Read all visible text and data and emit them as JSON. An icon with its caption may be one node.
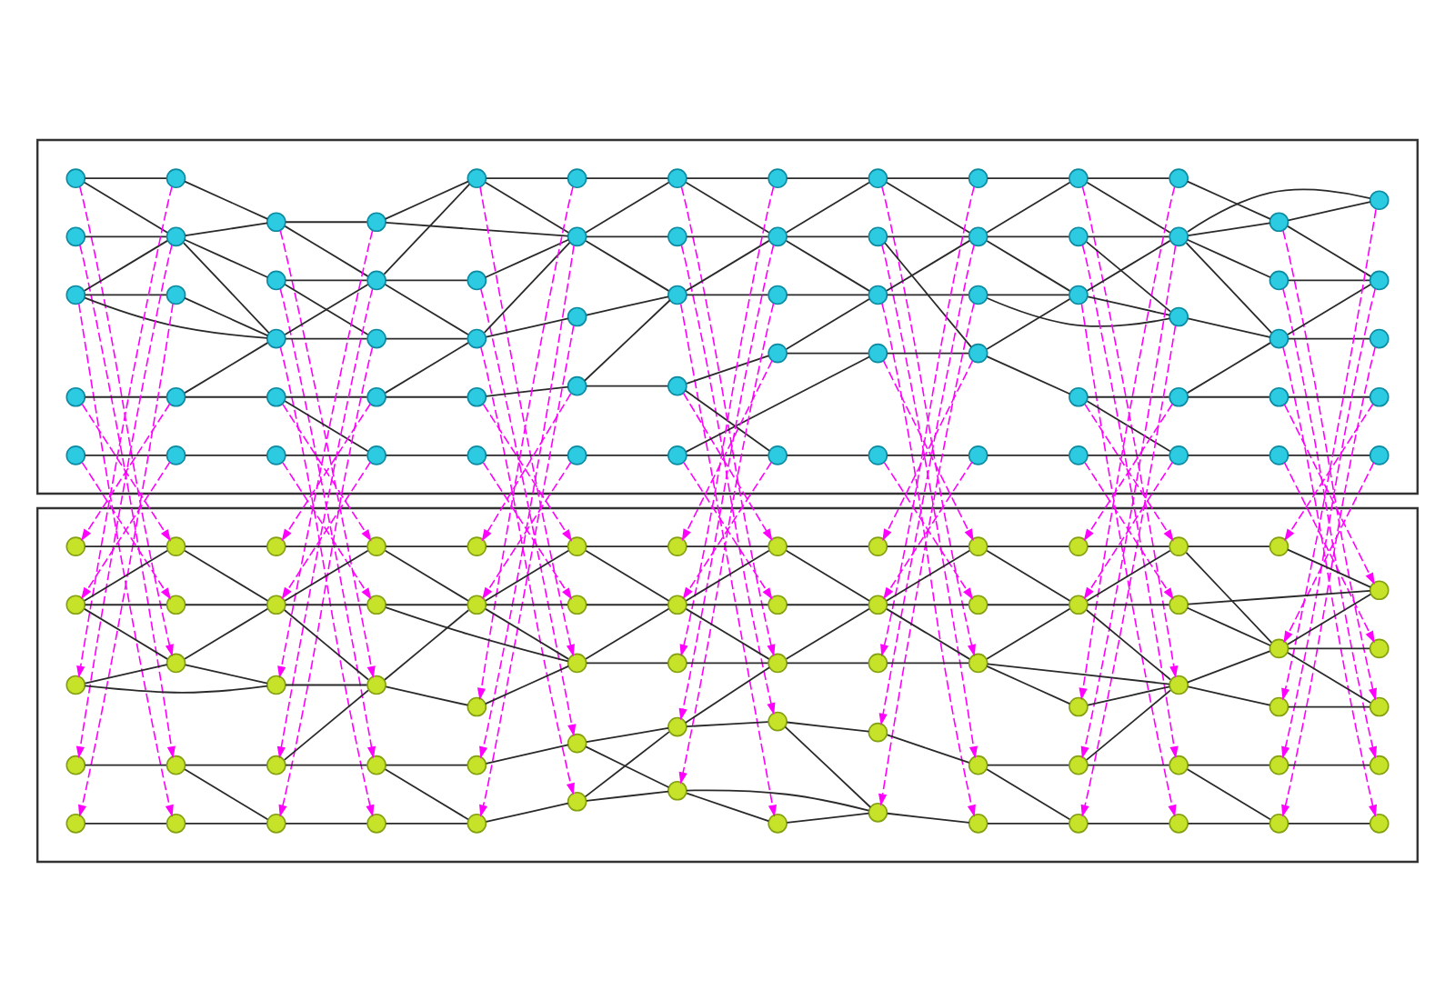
{
  "diagram": {
    "nodes": [
      {
        "text": [],
        "shape": "parallelogram"
      },
      {
        "text": [],
        "shape": "circle",
        "in": 0
      },
      {
        "text": [],
        "shape": "circle",
        "in": 0
      },
      {
        "text": [],
        "shape": "circle",
        "in": 0
      },
      {
        "text": [],
        "shape": "circle",
        "in": 0
      },
      {
        "text": [],
        "shape": "circle",
        "in": 0
      },
      {
        "text": [],
        "shape": "circle",
        "in": 0
      },
      {
        "text": [],
        "shape": "circle",
        "in": 0
      },
      {
        "text": [],
        "shape": "circle",
        "in": 0
      },
      {
        "text": [],
        "shape": "circle",
        "in": 0
      },
      {
        "text": [],
        "shape": "circle",
        "in": 0
      },
      {
        "text": [],
        "shape": "circle",
        "in": 0
      },
      {
        "text": [],
        "shape": "circle",
        "in": 0
      },
      {
        "text": [],
        "shape": "circle",
        "in": 0
      },
      {
        "text": [],
        "shape": "circle",
        "in": 0
      },
      {
        "text": [],
        "shape": "circle",
        "in": 0
      },
      {
        "text": [],
        "shape": "circle",
        "in": 0
      },
      {
        "text": [],
        "shape": "circle",
        "in": 0
      },
      {
        "text": [],
        "shape": "circle",
        "in": 0
      },
      {
        "text": [],
        "shape": "circle",
        "in": 0
      },
      {
        "text": [],
        "shape": "circle",
        "in": 0
      },
      {
        "text": [],
        "shape": "circle",
        "in": 0
      },
      {
        "text": [],
        "shape": "circle",
        "in": 0
      },
      {
        "text": [],
        "shape": "circle",
        "in": 0
      },
      {
        "text": [],
        "shape": "circle",
        "in": 0
      },
      {
        "text": [],
        "shape": "circle",
        "in": 0
      },
      {
        "text": [],
        "shape": "circle",
        "in": 0
      },
      {
        "text": [],
        "shape": "circle",
        "in": 0
      },
      {
        "text": [],
        "shape": "circle",
        "in": 0
      },
      {
        "text": [],
        "shape": "circle",
        "in": 0
      },
      {
        "text": [],
        "shape": "circle",
        "in": 0
      },
      {
        "text": [],
        "shape": "circle",
        "in": 0
      },
      {
        "text": [],
        "shape": "circle",
        "in": 0
      },
      {
        "text": [],
        "shape": "circle",
        "in": 0
      },
      {
        "text": [],
        "shape": "circle",
        "in": 0
      },
      {
        "text": [],
        "shape": "circle",
        "in": 0
      },
      {
        "text": [],
        "shape": "circle",
        "in": 0
      },
      {
        "text": [],
        "shape": "circle",
        "in": 0
      },
      {
        "text": [],
        "shape": "circle",
        "in": 0
      },
      {
        "text": [],
        "shape": "circle",
        "in": 0
      },
      {
        "text": [],
        "shape": "circle",
        "in": 0
      },
      {
        "text": [],
        "shape": "circle",
        "in": 0
      },
      {
        "text": [],
        "shape": "circle",
        "in": 0
      },
      {
        "text": [],
        "shape": "circle",
        "in": 0
      },
      {
        "text": [],
        "shape": "circle",
        "in": 0
      },
      {
        "text": [],
        "shape": "circle",
        "in": 0
      },
      {
        "text": [],
        "shape": "circle",
        "in": 0
      },
      {
        "text": [],
        "shape": "circle",
        "in": 0
      },
      {
        "text": [],
        "shape": "circle",
        "in": 0
      },
      {
        "text": [],
        "shape": "circle",
        "in": 0
      },
      {
        "text": [],
        "shape": "circle",
        "in": 0
      },
      {
        "text": [],
        "shape": "circle",
        "in": 0
      },
      {
        "text": [],
        "shape": "circle",
        "in": 0
      },
      {
        "text": [],
        "shape": "circle",
        "in": 0
      },
      {
        "text": [],
        "shape": "circle",
        "in": 0
      },
      {
        "text": [],
        "shape": "circle",
        "in": 0
      },
      {
        "text": [],
        "shape": "circle",
        "in": 0
      },
      {
        "text": [],
        "shape": "circle",
        "in": 0
      },
      {
        "text": [],
        "shape": "circle",
        "in": 0
      },
      {
        "text": [],
        "shape": "circle",
        "in": 0
      },
      {
        "text": [],
        "shape": "circle",
        "in": 0
      },
      {
        "text": [],
        "shape": "circle",
        "in": 0
      },
      {
        "text": [],
        "shape": "circle",
        "in": 0
      },
      {
        "text": [],
        "shape": "circle",
        "in": 0
      },
      {
        "text": [],
        "shape": "circle",
        "in": 0
      },
      {
        "text": [],
        "shape": "circle",
        "in": 0
      },
      {
        "text": [],
        "shape": "circle",
        "in": 0
      },
      {
        "text": [],
        "shape": "circle",
        "in": 0
      },
      {
        "text": [],
        "shape": "circle",
        "in": 0
      },
      {
        "text": [],
        "shape": "circle",
        "in": 0
      },
      {
        "text": [],
        "shape": "circle",
        "in": 0
      },
      {
        "text": [],
        "shape": "parallelogram"
      },
      {
        "text": [],
        "shape": "circle",
        "in": 71
      },
      {
        "text": [],
        "shape": "circle",
        "in": 71
      },
      {
        "text": [],
        "shape": "circle",
        "in": 71
      },
      {
        "text": [],
        "shape": "circle",
        "in": 71
      },
      {
        "text": [],
        "shape": "circle",
        "in": 71
      },
      {
        "text": [],
        "shape": "circle",
        "in": 71
      },
      {
        "text": [],
        "shape": "circle",
        "in": 71
      },
      {
        "text": [],
        "shape": "circle",
        "in": 71
      },
      {
        "text": [],
        "shape": "circle",
        "in": 71
      },
      {
        "text": [],
        "shape": "circle",
        "in": 71
      },
      {
        "text": [],
        "shape": "circle",
        "in": 71
      },
      {
        "text": [],
        "shape": "circle",
        "in": 71
      },
      {
        "text": [],
        "shape": "circle",
        "in": 71
      },
      {
        "text": [],
        "shape": "circle",
        "in": 71
      },
      {
        "text": [],
        "shape": "circle",
        "in": 71
      },
      {
        "text": [],
        "shape": "circle",
        "in": 71
      },
      {
        "text": [],
        "shape": "circle",
        "in": 71
      },
      {
        "text": [],
        "shape": "circle",
        "in": 71
      },
      {
        "text": [],
        "shape": "circle",
        "in": 71
      },
      {
        "text": [],
        "shape": "circle",
        "in": 71
      },
      {
        "text": [],
        "shape": "circle",
        "in": 71
      },
      {
        "text": [],
        "shape": "circle",
        "in": 71
      },
      {
        "text": [],
        "shape": "circle",
        "in": 71
      },
      {
        "text": [],
        "shape": "circle",
        "in": 71
      },
      {
        "text": [],
        "shape": "circle",
        "in": 71
      },
      {
        "text": [],
        "shape": "circle",
        "in": 71
      },
      {
        "text": [],
        "shape": "circle",
        "in": 71
      },
      {
        "text": [],
        "shape": "circle",
        "in": 71
      },
      {
        "text": [],
        "shape": "circle",
        "in": 71
      },
      {
        "text": [],
        "shape": "circle",
        "in": 71
      },
      {
        "text": [],
        "shape": "circle",
        "in": 71
      },
      {
        "text": [],
        "shape": "circle",
        "in": 71
      },
      {
        "text": [],
        "shape": "circle",
        "in": 71
      },
      {
        "text": [],
        "shape": "circle",
        "in": 71
      },
      {
        "text": [],
        "shape": "circle",
        "in": 71
      },
      {
        "text": [],
        "shape": "circle",
        "in": 71
      },
      {
        "text": [],
        "shape": "circle",
        "in": 71
      },
      {
        "text": [],
        "shape": "circle",
        "in": 71
      },
      {
        "text": [],
        "shape": "circle",
        "in": 71
      },
      {
        "text": [],
        "shape": "circle",
        "in": 71
      },
      {
        "text": [],
        "shape": "circle",
        "in": 71
      },
      {
        "text": [],
        "shape": "circle",
        "in": 71
      },
      {
        "text": [],
        "shape": "circle",
        "in": 71
      },
      {
        "text": [],
        "shape": "circle",
        "in": 71
      },
      {
        "text": [],
        "shape": "circle",
        "in": 71
      },
      {
        "text": [],
        "shape": "circle",
        "in": 71
      },
      {
        "text": [],
        "shape": "circle",
        "in": 71
      },
      {
        "text": [],
        "shape": "circle",
        "in": 71
      },
      {
        "text": [],
        "shape": "circle",
        "in": 71
      },
      {
        "text": [],
        "shape": "circle",
        "in": 71
      },
      {
        "text": [],
        "shape": "circle",
        "in": 71
      },
      {
        "text": [],
        "shape": "circle",
        "in": 71
      },
      {
        "text": [],
        "shape": "circle",
        "in": 71
      },
      {
        "text": [],
        "shape": "circle",
        "in": 71
      },
      {
        "text": [],
        "shape": "circle",
        "in": 71
      },
      {
        "text": [],
        "shape": "circle",
        "in": 71
      },
      {
        "text": [],
        "shape": "circle",
        "in": 71
      },
      {
        "text": [],
        "shape": "circle",
        "in": 71
      },
      {
        "text": [],
        "shape": "circle",
        "in": 71
      },
      {
        "text": [],
        "shape": "circle",
        "in": 71
      },
      {
        "text": [],
        "shape": "circle",
        "in": 71
      },
      {
        "text": [],
        "shape": "circle",
        "in": 71
      },
      {
        "text": [],
        "shape": "circle",
        "in": 71
      },
      {
        "text": [],
        "shape": "circle",
        "in": 71
      },
      {
        "text": [],
        "shape": "circle",
        "in": 71
      },
      {
        "text": [],
        "shape": "circle",
        "in": 71
      },
      {
        "text": [],
        "shape": "circle",
        "in": 71
      },
      {
        "text": [],
        "shape": "circle",
        "in": 71
      },
      {
        "text": [],
        "shape": "circle",
        "in": 71
      },
      {
        "text": [],
        "shape": "circle",
        "in": 71
      }
    ],
    "edges": [
      {
        "from": 1,
        "to": 6,
        "arrow": "none"
      },
      {
        "from": 1,
        "to": 7,
        "arrow": "none"
      },
      {
        "from": 2,
        "to": 7,
        "arrow": "none"
      },
      {
        "from": 3,
        "to": 7,
        "arrow": "none"
      },
      {
        "from": 3,
        "to": 8,
        "arrow": "none"
      },
      {
        "from": 4,
        "to": 9,
        "arrow": "none"
      },
      {
        "from": 5,
        "to": 10,
        "arrow": "none"
      },
      {
        "from": 6,
        "to": 11,
        "arrow": "none"
      },
      {
        "from": 7,
        "to": 11,
        "arrow": "none"
      },
      {
        "from": 7,
        "to": 12,
        "arrow": "none"
      },
      {
        "from": 7,
        "to": 13,
        "arrow": "none"
      },
      {
        "from": 8,
        "to": 13,
        "arrow": "none"
      },
      {
        "from": 9,
        "to": 13,
        "arrow": "none"
      },
      {
        "from": 9,
        "to": 14,
        "arrow": "none"
      },
      {
        "from": 10,
        "to": 15,
        "arrow": "none"
      },
      {
        "from": 11,
        "to": 16,
        "arrow": "none"
      },
      {
        "from": 11,
        "to": 17,
        "arrow": "none"
      },
      {
        "from": 12,
        "to": 17,
        "arrow": "none"
      },
      {
        "from": 12,
        "to": 18,
        "arrow": "none"
      },
      {
        "from": 13,
        "to": 17,
        "arrow": "none"
      },
      {
        "from": 13,
        "to": 18,
        "arrow": "none"
      },
      {
        "from": 14,
        "to": 19,
        "arrow": "none"
      },
      {
        "from": 14,
        "to": 20,
        "arrow": "none"
      },
      {
        "from": 15,
        "to": 20,
        "arrow": "none"
      },
      {
        "from": 16,
        "to": 21,
        "arrow": "none"
      },
      {
        "from": 17,
        "to": 21,
        "arrow": "none"
      },
      {
        "from": 17,
        "to": 22,
        "arrow": "none"
      },
      {
        "from": 17,
        "to": 23,
        "arrow": "none"
      },
      {
        "from": 18,
        "to": 23,
        "arrow": "none"
      },
      {
        "from": 19,
        "to": 23,
        "arrow": "none"
      },
      {
        "from": 19,
        "to": 24,
        "arrow": "none"
      },
      {
        "from": 20,
        "to": 25,
        "arrow": "none"
      },
      {
        "from": 21,
        "to": 26,
        "arrow": "none"
      },
      {
        "from": 21,
        "to": 27,
        "arrow": "none"
      },
      {
        "from": 22,
        "to": 27,
        "arrow": "none"
      },
      {
        "from": 23,
        "to": 27,
        "arrow": "none"
      },
      {
        "from": 23,
        "to": 28,
        "arrow": "none"
      },
      {
        "from": 24,
        "to": 29,
        "arrow": "none"
      },
      {
        "from": 25,
        "to": 30,
        "arrow": "none"
      },
      {
        "from": 26,
        "to": 31,
        "arrow": "none"
      },
      {
        "from": 27,
        "to": 31,
        "arrow": "none"
      },
      {
        "from": 27,
        "to": 32,
        "arrow": "none"
      },
      {
        "from": 27,
        "to": 33,
        "arrow": "none"
      },
      {
        "from": 28,
        "to": 33,
        "arrow": "none"
      },
      {
        "from": 29,
        "to": 33,
        "arrow": "none"
      },
      {
        "from": 29,
        "to": 34,
        "arrow": "none"
      },
      {
        "from": 30,
        "to": 35,
        "arrow": "none"
      },
      {
        "from": 31,
        "to": 36,
        "arrow": "none"
      },
      {
        "from": 31,
        "to": 37,
        "arrow": "none"
      },
      {
        "from": 32,
        "to": 37,
        "arrow": "none"
      },
      {
        "from": 33,
        "to": 37,
        "arrow": "none"
      },
      {
        "from": 33,
        "to": 38,
        "arrow": "none"
      },
      {
        "from": 34,
        "to": 39,
        "arrow": "none"
      },
      {
        "from": 34,
        "to": 40,
        "arrow": "none"
      },
      {
        "from": 35,
        "to": 40,
        "arrow": "none"
      },
      {
        "from": 36,
        "to": 41,
        "arrow": "none"
      },
      {
        "from": 37,
        "to": 41,
        "arrow": "none"
      },
      {
        "from": 37,
        "to": 42,
        "arrow": "none"
      },
      {
        "from": 37,
        "to": 43,
        "arrow": "none"
      },
      {
        "from": 38,
        "to": 43,
        "arrow": "none"
      },
      {
        "from": 39,
        "to": 43,
        "arrow": "none"
      },
      {
        "from": 39,
        "to": 44,
        "arrow": "none"
      },
      {
        "from": 40,
        "to": 45,
        "arrow": "none"
      },
      {
        "from": 41,
        "to": 46,
        "arrow": "none"
      },
      {
        "from": 41,
        "to": 47,
        "arrow": "none"
      },
      {
        "from": 42,
        "to": 47,
        "arrow": "none"
      },
      {
        "from": 42,
        "to": 49,
        "arrow": "none"
      },
      {
        "from": 43,
        "to": 47,
        "arrow": "none"
      },
      {
        "from": 43,
        "to": 48,
        "arrow": "none"
      },
      {
        "from": 44,
        "to": 49,
        "arrow": "none"
      },
      {
        "from": 45,
        "to": 50,
        "arrow": "none"
      },
      {
        "from": 46,
        "to": 51,
        "arrow": "none"
      },
      {
        "from": 47,
        "to": 51,
        "arrow": "none"
      },
      {
        "from": 47,
        "to": 52,
        "arrow": "none"
      },
      {
        "from": 47,
        "to": 53,
        "arrow": "none"
      },
      {
        "from": 48,
        "to": 53,
        "arrow": "none"
      },
      {
        "from": 49,
        "to": 53,
        "arrow": "none"
      },
      {
        "from": 49,
        "to": 54,
        "arrow": "none"
      },
      {
        "from": 50,
        "to": 55,
        "arrow": "none"
      },
      {
        "from": 51,
        "to": 56,
        "arrow": "none"
      },
      {
        "from": 51,
        "to": 57,
        "arrow": "none"
      },
      {
        "from": 52,
        "to": 57,
        "arrow": "none"
      },
      {
        "from": 52,
        "to": 58,
        "arrow": "none"
      },
      {
        "from": 53,
        "to": 57,
        "arrow": "none"
      },
      {
        "from": 53,
        "to": 58,
        "arrow": "none"
      },
      {
        "from": 54,
        "to": 59,
        "arrow": "none"
      },
      {
        "from": 54,
        "to": 60,
        "arrow": "none"
      },
      {
        "from": 55,
        "to": 60,
        "arrow": "none"
      },
      {
        "from": 56,
        "to": 61,
        "arrow": "none"
      },
      {
        "from": 57,
        "to": 61,
        "arrow": "none"
      },
      {
        "from": 57,
        "to": 62,
        "arrow": "none"
      },
      {
        "from": 57,
        "to": 63,
        "arrow": "none"
      },
      {
        "from": 58,
        "to": 63,
        "arrow": "none"
      },
      {
        "from": 59,
        "to": 63,
        "arrow": "none"
      },
      {
        "from": 59,
        "to": 64,
        "arrow": "none"
      },
      {
        "from": 60,
        "to": 65,
        "arrow": "none"
      },
      {
        "from": 61,
        "to": 66,
        "arrow": "none"
      },
      {
        "from": 61,
        "to": 67,
        "arrow": "none"
      },
      {
        "from": 62,
        "to": 67,
        "arrow": "none"
      },
      {
        "from": 63,
        "to": 67,
        "arrow": "none"
      },
      {
        "from": 63,
        "to": 68,
        "arrow": "none"
      },
      {
        "from": 64,
        "to": 69,
        "arrow": "none"
      },
      {
        "from": 65,
        "to": 70,
        "arrow": "none"
      },
      {
        "from": 3,
        "to": 13,
        "arrow": "none"
      },
      {
        "from": 16,
        "to": 27,
        "arrow": "none"
      },
      {
        "from": 35,
        "to": 44,
        "arrow": "none"
      },
      {
        "from": 48,
        "to": 58,
        "arrow": "none"
      },
      {
        "from": 57,
        "to": 66,
        "arrow": "none"
      },
      {
        "from": 72,
        "to": 77,
        "arrow": "none"
      },
      {
        "from": 73,
        "to": 77,
        "arrow": "none"
      },
      {
        "from": 73,
        "to": 78,
        "arrow": "none"
      },
      {
        "from": 73,
        "to": 79,
        "arrow": "none"
      },
      {
        "from": 74,
        "to": 79,
        "arrow": "none"
      },
      {
        "from": 75,
        "to": 80,
        "arrow": "none"
      },
      {
        "from": 76,
        "to": 81,
        "arrow": "none"
      },
      {
        "from": 77,
        "to": 82,
        "arrow": "none"
      },
      {
        "from": 77,
        "to": 83,
        "arrow": "none"
      },
      {
        "from": 78,
        "to": 83,
        "arrow": "none"
      },
      {
        "from": 79,
        "to": 83,
        "arrow": "none"
      },
      {
        "from": 79,
        "to": 84,
        "arrow": "none"
      },
      {
        "from": 80,
        "to": 85,
        "arrow": "none"
      },
      {
        "from": 80,
        "to": 86,
        "arrow": "none"
      },
      {
        "from": 81,
        "to": 86,
        "arrow": "none"
      },
      {
        "from": 82,
        "to": 87,
        "arrow": "none"
      },
      {
        "from": 83,
        "to": 87,
        "arrow": "none"
      },
      {
        "from": 83,
        "to": 88,
        "arrow": "none"
      },
      {
        "from": 83,
        "to": 89,
        "arrow": "none"
      },
      {
        "from": 84,
        "to": 89,
        "arrow": "none"
      },
      {
        "from": 85,
        "to": 89,
        "arrow": "none"
      },
      {
        "from": 85,
        "to": 90,
        "arrow": "none"
      },
      {
        "from": 86,
        "to": 91,
        "arrow": "none"
      },
      {
        "from": 87,
        "to": 92,
        "arrow": "none"
      },
      {
        "from": 87,
        "to": 93,
        "arrow": "none"
      },
      {
        "from": 88,
        "to": 93,
        "arrow": "none"
      },
      {
        "from": 89,
        "to": 93,
        "arrow": "none"
      },
      {
        "from": 89,
        "to": 94,
        "arrow": "none"
      },
      {
        "from": 90,
        "to": 95,
        "arrow": "none"
      },
      {
        "from": 90,
        "to": 96,
        "arrow": "none"
      },
      {
        "from": 91,
        "to": 96,
        "arrow": "none"
      },
      {
        "from": 92,
        "to": 97,
        "arrow": "none"
      },
      {
        "from": 93,
        "to": 97,
        "arrow": "none"
      },
      {
        "from": 93,
        "to": 98,
        "arrow": "none"
      },
      {
        "from": 93,
        "to": 99,
        "arrow": "none"
      },
      {
        "from": 94,
        "to": 99,
        "arrow": "none"
      },
      {
        "from": 95,
        "to": 100,
        "arrow": "none"
      },
      {
        "from": 96,
        "to": 101,
        "arrow": "none"
      },
      {
        "from": 97,
        "to": 102,
        "arrow": "none"
      },
      {
        "from": 97,
        "to": 103,
        "arrow": "none"
      },
      {
        "from": 98,
        "to": 103,
        "arrow": "none"
      },
      {
        "from": 99,
        "to": 103,
        "arrow": "none"
      },
      {
        "from": 99,
        "to": 104,
        "arrow": "none"
      },
      {
        "from": 100,
        "to": 105,
        "arrow": "none"
      },
      {
        "from": 100,
        "to": 106,
        "arrow": "none"
      },
      {
        "from": 101,
        "to": 106,
        "arrow": "none"
      },
      {
        "from": 101,
        "to": 105,
        "arrow": "none"
      },
      {
        "from": 102,
        "to": 107,
        "arrow": "none"
      },
      {
        "from": 103,
        "to": 107,
        "arrow": "none"
      },
      {
        "from": 103,
        "to": 108,
        "arrow": "none"
      },
      {
        "from": 103,
        "to": 109,
        "arrow": "none"
      },
      {
        "from": 104,
        "to": 109,
        "arrow": "none"
      },
      {
        "from": 105,
        "to": 109,
        "arrow": "none"
      },
      {
        "from": 105,
        "to": 110,
        "arrow": "none"
      },
      {
        "from": 106,
        "to": 111,
        "arrow": "none"
      },
      {
        "from": 107,
        "to": 112,
        "arrow": "none"
      },
      {
        "from": 107,
        "to": 113,
        "arrow": "none"
      },
      {
        "from": 108,
        "to": 113,
        "arrow": "none"
      },
      {
        "from": 109,
        "to": 113,
        "arrow": "none"
      },
      {
        "from": 109,
        "to": 114,
        "arrow": "none"
      },
      {
        "from": 110,
        "to": 115,
        "arrow": "none"
      },
      {
        "from": 110,
        "to": 116,
        "arrow": "none"
      },
      {
        "from": 111,
        "to": 116,
        "arrow": "none"
      },
      {
        "from": 112,
        "to": 117,
        "arrow": "none"
      },
      {
        "from": 113,
        "to": 117,
        "arrow": "none"
      },
      {
        "from": 113,
        "to": 118,
        "arrow": "none"
      },
      {
        "from": 113,
        "to": 119,
        "arrow": "none"
      },
      {
        "from": 114,
        "to": 119,
        "arrow": "none"
      },
      {
        "from": 115,
        "to": 120,
        "arrow": "none"
      },
      {
        "from": 116,
        "to": 121,
        "arrow": "none"
      },
      {
        "from": 117,
        "to": 122,
        "arrow": "none"
      },
      {
        "from": 117,
        "to": 123,
        "arrow": "none"
      },
      {
        "from": 118,
        "to": 123,
        "arrow": "none"
      },
      {
        "from": 119,
        "to": 123,
        "arrow": "none"
      },
      {
        "from": 119,
        "to": 124,
        "arrow": "none"
      },
      {
        "from": 120,
        "to": 125,
        "arrow": "none"
      },
      {
        "from": 120,
        "to": 126,
        "arrow": "none"
      },
      {
        "from": 121,
        "to": 126,
        "arrow": "none"
      },
      {
        "from": 122,
        "to": 127,
        "arrow": "none"
      },
      {
        "from": 123,
        "to": 127,
        "arrow": "none"
      },
      {
        "from": 123,
        "to": 128,
        "arrow": "none"
      },
      {
        "from": 123,
        "to": 129,
        "arrow": "none"
      },
      {
        "from": 124,
        "to": 129,
        "arrow": "none"
      },
      {
        "from": 125,
        "to": 129,
        "arrow": "none"
      },
      {
        "from": 125,
        "to": 130,
        "arrow": "none"
      },
      {
        "from": 126,
        "to": 131,
        "arrow": "none"
      },
      {
        "from": 127,
        "to": 132,
        "arrow": "none"
      },
      {
        "from": 127,
        "to": 133,
        "arrow": "none"
      },
      {
        "from": 128,
        "to": 133,
        "arrow": "none"
      },
      {
        "from": 129,
        "to": 133,
        "arrow": "none"
      },
      {
        "from": 129,
        "to": 134,
        "arrow": "none"
      },
      {
        "from": 130,
        "to": 135,
        "arrow": "none"
      },
      {
        "from": 130,
        "to": 136,
        "arrow": "none"
      },
      {
        "from": 131,
        "to": 136,
        "arrow": "none"
      },
      {
        "from": 132,
        "to": 137,
        "arrow": "none"
      },
      {
        "from": 133,
        "to": 137,
        "arrow": "none"
      },
      {
        "from": 133,
        "to": 138,
        "arrow": "none"
      },
      {
        "from": 133,
        "to": 139,
        "arrow": "none"
      },
      {
        "from": 134,
        "to": 139,
        "arrow": "none"
      },
      {
        "from": 135,
        "to": 140,
        "arrow": "none"
      },
      {
        "from": 136,
        "to": 141,
        "arrow": "none"
      },
      {
        "from": 74,
        "to": 84,
        "arrow": "none"
      },
      {
        "from": 88,
        "to": 99,
        "arrow": "none"
      },
      {
        "from": 106,
        "to": 116,
        "arrow": "none"
      },
      {
        "from": 119,
        "to": 129,
        "arrow": "none"
      },
      {
        "from": 128,
        "to": 137,
        "arrow": "none"
      },
      {
        "from": 1,
        "to": 79,
        "arrow": "to",
        "style": "dashed",
        "color": "#ff00ff"
      },
      {
        "from": 2,
        "to": 80,
        "arrow": "to",
        "style": "dashed",
        "color": "#ff00ff"
      },
      {
        "from": 3,
        "to": 81,
        "arrow": "to",
        "style": "dashed",
        "color": "#ff00ff"
      },
      {
        "from": 4,
        "to": 77,
        "arrow": "to",
        "style": "dashed",
        "color": "#ff00ff"
      },
      {
        "from": 5,
        "to": 78,
        "arrow": "to",
        "style": "dashed",
        "color": "#ff00ff"
      },
      {
        "from": 6,
        "to": 74,
        "arrow": "to",
        "style": "dashed",
        "color": "#ff00ff"
      },
      {
        "from": 7,
        "to": 75,
        "arrow": "to",
        "style": "dashed",
        "color": "#ff00ff"
      },
      {
        "from": 8,
        "to": 76,
        "arrow": "to",
        "style": "dashed",
        "color": "#ff00ff"
      },
      {
        "from": 9,
        "to": 72,
        "arrow": "to",
        "style": "dashed",
        "color": "#ff00ff"
      },
      {
        "from": 10,
        "to": 73,
        "arrow": "to",
        "style": "dashed",
        "color": "#ff00ff"
      },
      {
        "from": 11,
        "to": 89,
        "arrow": "to",
        "style": "dashed",
        "color": "#ff00ff"
      },
      {
        "from": 12,
        "to": 90,
        "arrow": "to",
        "style": "dashed",
        "color": "#ff00ff"
      },
      {
        "from": 13,
        "to": 91,
        "arrow": "to",
        "style": "dashed",
        "color": "#ff00ff"
      },
      {
        "from": 14,
        "to": 87,
        "arrow": "to",
        "style": "dashed",
        "color": "#ff00ff"
      },
      {
        "from": 15,
        "to": 88,
        "arrow": "to",
        "style": "dashed",
        "color": "#ff00ff"
      },
      {
        "from": 16,
        "to": 84,
        "arrow": "to",
        "style": "dashed",
        "color": "#ff00ff"
      },
      {
        "from": 17,
        "to": 85,
        "arrow": "to",
        "style": "dashed",
        "color": "#ff00ff"
      },
      {
        "from": 18,
        "to": 86,
        "arrow": "to",
        "style": "dashed",
        "color": "#ff00ff"
      },
      {
        "from": 19,
        "to": 82,
        "arrow": "to",
        "style": "dashed",
        "color": "#ff00ff"
      },
      {
        "from": 20,
        "to": 83,
        "arrow": "to",
        "style": "dashed",
        "color": "#ff00ff"
      },
      {
        "from": 21,
        "to": 99,
        "arrow": "to",
        "style": "dashed",
        "color": "#ff00ff"
      },
      {
        "from": 22,
        "to": 100,
        "arrow": "to",
        "style": "dashed",
        "color": "#ff00ff"
      },
      {
        "from": 23,
        "to": 101,
        "arrow": "to",
        "style": "dashed",
        "color": "#ff00ff"
      },
      {
        "from": 24,
        "to": 97,
        "arrow": "to",
        "style": "dashed",
        "color": "#ff00ff"
      },
      {
        "from": 25,
        "to": 98,
        "arrow": "to",
        "style": "dashed",
        "color": "#ff00ff"
      },
      {
        "from": 26,
        "to": 94,
        "arrow": "to",
        "style": "dashed",
        "color": "#ff00ff"
      },
      {
        "from": 27,
        "to": 95,
        "arrow": "to",
        "style": "dashed",
        "color": "#ff00ff"
      },
      {
        "from": 28,
        "to": 96,
        "arrow": "to",
        "style": "dashed",
        "color": "#ff00ff"
      },
      {
        "from": 29,
        "to": 92,
        "arrow": "to",
        "style": "dashed",
        "color": "#ff00ff"
      },
      {
        "from": 30,
        "to": 93,
        "arrow": "to",
        "style": "dashed",
        "color": "#ff00ff"
      },
      {
        "from": 31,
        "to": 109,
        "arrow": "to",
        "style": "dashed",
        "color": "#ff00ff"
      },
      {
        "from": 32,
        "to": 110,
        "arrow": "to",
        "style": "dashed",
        "color": "#ff00ff"
      },
      {
        "from": 33,
        "to": 111,
        "arrow": "to",
        "style": "dashed",
        "color": "#ff00ff"
      },
      {
        "from": 34,
        "to": 107,
        "arrow": "to",
        "style": "dashed",
        "color": "#ff00ff"
      },
      {
        "from": 35,
        "to": 108,
        "arrow": "to",
        "style": "dashed",
        "color": "#ff00ff"
      },
      {
        "from": 36,
        "to": 104,
        "arrow": "to",
        "style": "dashed",
        "color": "#ff00ff"
      },
      {
        "from": 37,
        "to": 105,
        "arrow": "to",
        "style": "dashed",
        "color": "#ff00ff"
      },
      {
        "from": 38,
        "to": 106,
        "arrow": "to",
        "style": "dashed",
        "color": "#ff00ff"
      },
      {
        "from": 39,
        "to": 102,
        "arrow": "to",
        "style": "dashed",
        "color": "#ff00ff"
      },
      {
        "from": 40,
        "to": 103,
        "arrow": "to",
        "style": "dashed",
        "color": "#ff00ff"
      },
      {
        "from": 41,
        "to": 119,
        "arrow": "to",
        "style": "dashed",
        "color": "#ff00ff"
      },
      {
        "from": 42,
        "to": 120,
        "arrow": "to",
        "style": "dashed",
        "color": "#ff00ff"
      },
      {
        "from": 43,
        "to": 121,
        "arrow": "to",
        "style": "dashed",
        "color": "#ff00ff"
      },
      {
        "from": 44,
        "to": 117,
        "arrow": "to",
        "style": "dashed",
        "color": "#ff00ff"
      },
      {
        "from": 45,
        "to": 118,
        "arrow": "to",
        "style": "dashed",
        "color": "#ff00ff"
      },
      {
        "from": 46,
        "to": 114,
        "arrow": "to",
        "style": "dashed",
        "color": "#ff00ff"
      },
      {
        "from": 47,
        "to": 115,
        "arrow": "to",
        "style": "dashed",
        "color": "#ff00ff"
      },
      {
        "from": 48,
        "to": 116,
        "arrow": "to",
        "style": "dashed",
        "color": "#ff00ff"
      },
      {
        "from": 49,
        "to": 112,
        "arrow": "to",
        "style": "dashed",
        "color": "#ff00ff"
      },
      {
        "from": 50,
        "to": 113,
        "arrow": "to",
        "style": "dashed",
        "color": "#ff00ff"
      },
      {
        "from": 51,
        "to": 129,
        "arrow": "to",
        "style": "dashed",
        "color": "#ff00ff"
      },
      {
        "from": 52,
        "to": 130,
        "arrow": "to",
        "style": "dashed",
        "color": "#ff00ff"
      },
      {
        "from": 53,
        "to": 131,
        "arrow": "to",
        "style": "dashed",
        "color": "#ff00ff"
      },
      {
        "from": 54,
        "to": 127,
        "arrow": "to",
        "style": "dashed",
        "color": "#ff00ff"
      },
      {
        "from": 55,
        "to": 128,
        "arrow": "to",
        "style": "dashed",
        "color": "#ff00ff"
      },
      {
        "from": 56,
        "to": 124,
        "arrow": "to",
        "style": "dashed",
        "color": "#ff00ff"
      },
      {
        "from": 57,
        "to": 125,
        "arrow": "to",
        "style": "dashed",
        "color": "#ff00ff"
      },
      {
        "from": 58,
        "to": 126,
        "arrow": "to",
        "style": "dashed",
        "color": "#ff00ff"
      },
      {
        "from": 59,
        "to": 122,
        "arrow": "to",
        "style": "dashed",
        "color": "#ff00ff"
      },
      {
        "from": 60,
        "to": 123,
        "arrow": "to",
        "style": "dashed",
        "color": "#ff00ff"
      },
      {
        "from": 61,
        "to": 139,
        "arrow": "to",
        "style": "dashed",
        "color": "#ff00ff"
      },
      {
        "from": 62,
        "to": 140,
        "arrow": "to",
        "style": "dashed",
        "color": "#ff00ff"
      },
      {
        "from": 63,
        "to": 141,
        "arrow": "to",
        "style": "dashed",
        "color": "#ff00ff"
      },
      {
        "from": 64,
        "to": 137,
        "arrow": "to",
        "style": "dashed",
        "color": "#ff00ff"
      },
      {
        "from": 65,
        "to": 138,
        "arrow": "to",
        "style": "dashed",
        "color": "#ff00ff"
      },
      {
        "from": 66,
        "to": 134,
        "arrow": "to",
        "style": "dashed",
        "color": "#ff00ff"
      },
      {
        "from": 67,
        "to": 135,
        "arrow": "to",
        "style": "dashed",
        "color": "#ff00ff"
      },
      {
        "from": 68,
        "to": 136,
        "arrow": "to",
        "style": "dashed",
        "color": "#ff00ff"
      },
      {
        "from": 69,
        "to": 132,
        "arrow": "to",
        "style": "dashed",
        "color": "#ff00ff"
      },
      {
        "from": 70,
        "to": 133,
        "arrow": "to",
        "style": "dashed",
        "color": "#ff00ff"
      }
    ]
  }
}
